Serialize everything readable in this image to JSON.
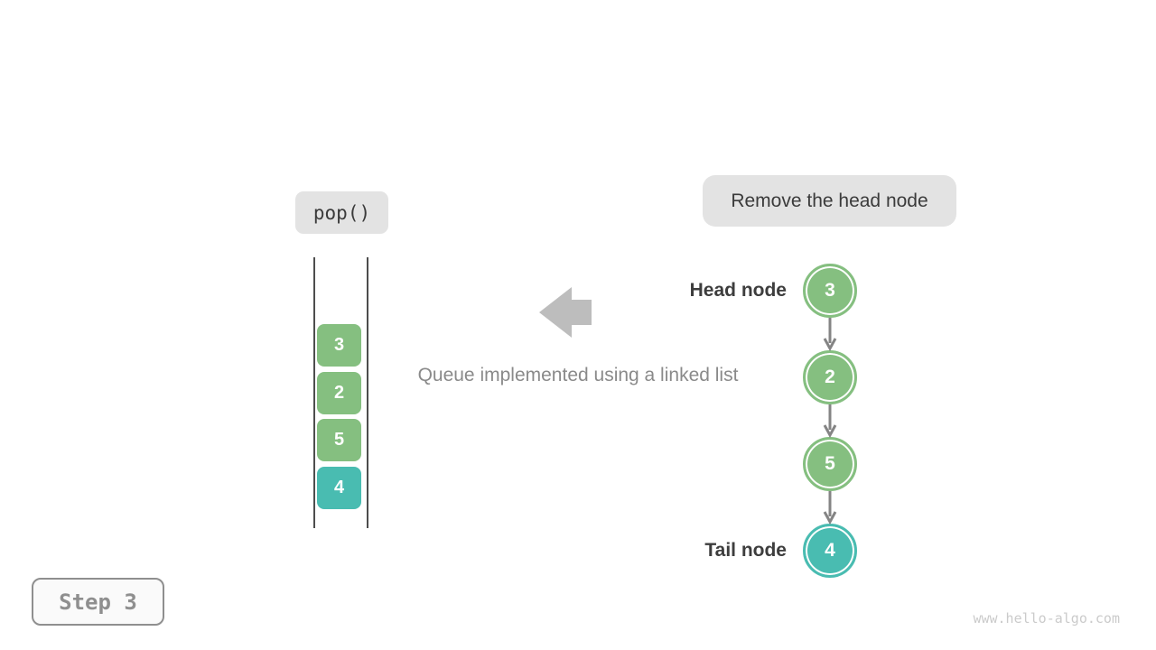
{
  "colors": {
    "node_green": "#85bf80",
    "node_teal": "#49bcb1",
    "pill_background": "#e3e3e3",
    "dark_text": "#3b3b3b",
    "gray_text": "#8a8a8a",
    "block_arrow_gray": "#bdbdbd",
    "connector_gray": "#848484",
    "step_gray": "#8f8f8f",
    "watermark_gray": "#cbcbcb"
  },
  "operation_label": "pop()",
  "annotation_label": "Remove the head node",
  "caption": "Queue implemented using a linked list",
  "queue": {
    "items": [
      {
        "value": "3",
        "type": "green"
      },
      {
        "value": "2",
        "type": "green"
      },
      {
        "value": "5",
        "type": "green"
      },
      {
        "value": "4",
        "type": "teal"
      }
    ]
  },
  "linked_list": {
    "head_label": "Head node",
    "tail_label": "Tail node",
    "nodes": [
      {
        "value": "3",
        "type": "green"
      },
      {
        "value": "2",
        "type": "green"
      },
      {
        "value": "5",
        "type": "green"
      },
      {
        "value": "4",
        "type": "teal"
      }
    ]
  },
  "step_label": "Step 3",
  "watermark": "www.hello-algo.com"
}
